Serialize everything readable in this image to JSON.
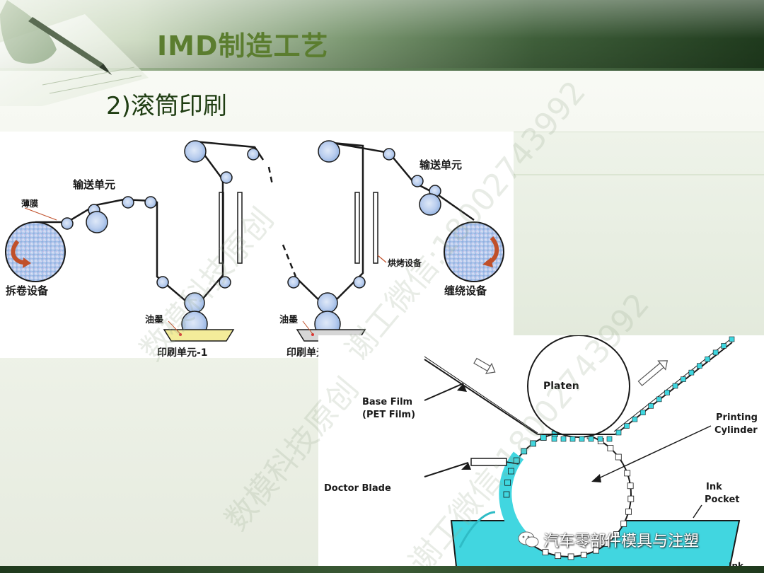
{
  "header": {
    "title": "IMD制造工艺"
  },
  "section": {
    "heading": "2)滚筒印刷"
  },
  "roll_diagram": {
    "labels": {
      "film": "薄膜",
      "transfer_left": "输送单元",
      "transfer_right": "输送单元",
      "unwind": "拆卷设备",
      "rewind": "缠绕设备",
      "dryer": "烘烤设备",
      "ink_left": "油墨",
      "ink_right": "油墨",
      "unit_1": "印刷单元-1",
      "unit_n": "印刷单元-n"
    }
  },
  "gravure_diagram": {
    "labels": {
      "platen": "Platen",
      "base_film_1": "Base Film",
      "base_film_2": "(PET Film)",
      "printing_cyl_1": "Printing",
      "printing_cyl_2": "Cylinder",
      "doctor_blade": "Doctor Blade",
      "ink_pocket_1": "Ink",
      "ink_pocket_2": "Pocket",
      "ink": "Ink"
    }
  },
  "watermark": {
    "line_1": "数模科技原创",
    "line_2": "谢工微信:18002743992"
  },
  "footer": {
    "wechat_account": "汽车零部件模具与注塑"
  },
  "colors": {
    "title_green": "#5b7d2f",
    "heading_green": "#1f3d12",
    "ink_cyan": "#3fd7e0",
    "roller_blue": "#a9c9ee"
  }
}
